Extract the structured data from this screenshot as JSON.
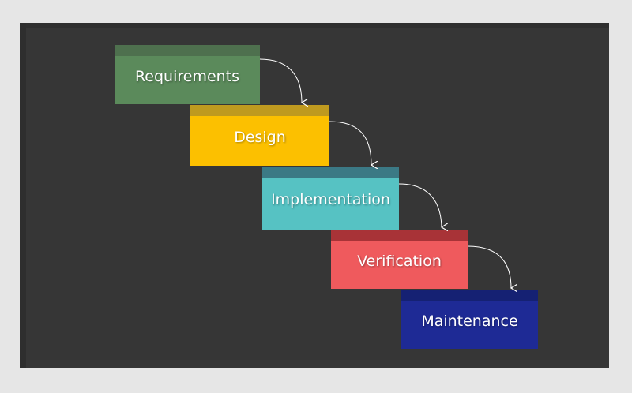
{
  "steps": [
    {
      "label": "Requirements",
      "color": "#5b8a5b",
      "band_color": "#4e704e"
    },
    {
      "label": "Design",
      "color": "#fcc000",
      "band_color": "#bf9a1f"
    },
    {
      "label": "Implementation",
      "color": "#56c2c3",
      "band_color": "#3b7985"
    },
    {
      "label": "Verification",
      "color": "#ef5a5d",
      "band_color": "#a83337"
    },
    {
      "label": "Maintenance",
      "color": "#1e2a95",
      "band_color": "#152173"
    }
  ],
  "colors": {
    "frame": "#e6e6e6",
    "canvas": "#363636",
    "arrow": "#ffffff"
  }
}
